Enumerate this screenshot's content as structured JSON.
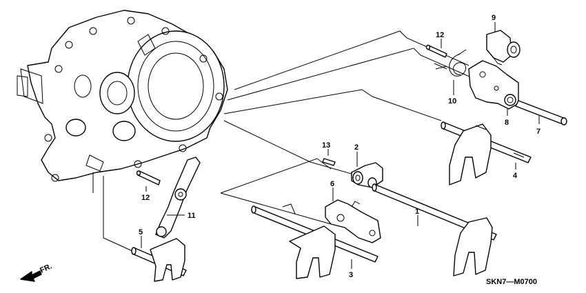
{
  "callouts": {
    "c1": "1",
    "c2": "2",
    "c3": "3",
    "c4": "4",
    "c5": "5",
    "c6": "6",
    "c7": "7",
    "c8": "8",
    "c9": "9",
    "c10": "10",
    "c11": "11",
    "c12a": "12",
    "c12b": "12",
    "c13": "13"
  },
  "direction_label": "FR.",
  "diagram_code": "SKN7—M0700"
}
